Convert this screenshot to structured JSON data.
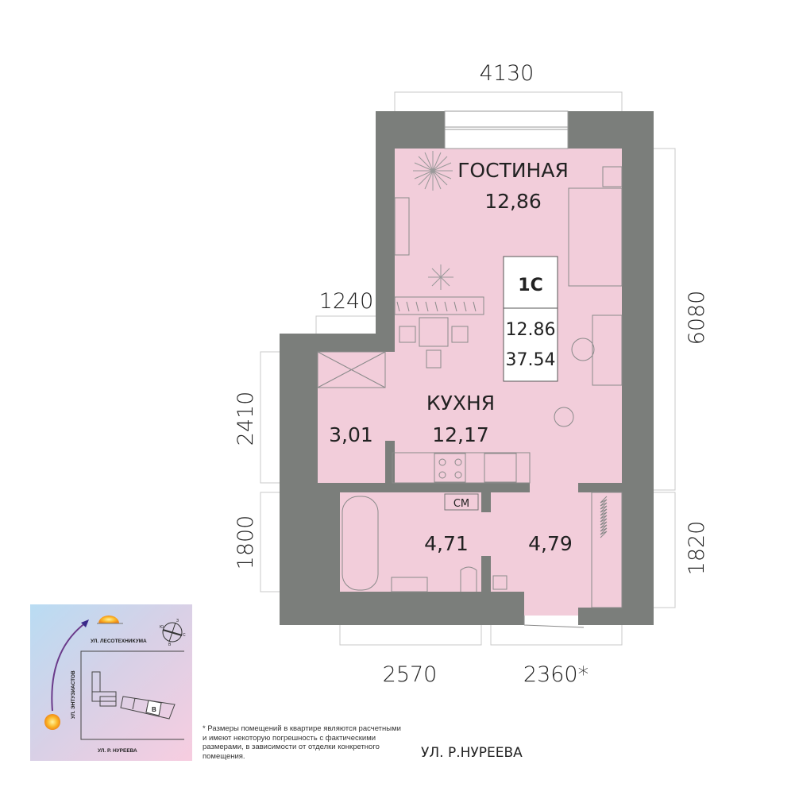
{
  "dimensions": {
    "top": "4130",
    "right": "6080",
    "left_upper": "1240",
    "left_middle": "2410",
    "left_lower": "1800",
    "right_lower": "1820",
    "bottom_left": "2570",
    "bottom_right": "2360*"
  },
  "rooms": {
    "living": {
      "name": "ГОСТИНАЯ",
      "area": "12,86"
    },
    "kitchen": {
      "name": "КУХНЯ",
      "area": "12,17"
    },
    "storage": {
      "area": "3,01"
    },
    "bathroom": {
      "area": "4,71",
      "washer_label": "СМ"
    },
    "hall": {
      "area": "4,79"
    }
  },
  "badge": {
    "type": "1С",
    "living_area": "12.86",
    "total_area": "37.54"
  },
  "site_plan": {
    "street_top": "УЛ. ЛЕСОТЕХНИКУМА",
    "street_left": "УЛ. ЭНТУЗИАСТОВ",
    "street_bottom": "УЛ. Р. НУРЕЕВА",
    "building": "В",
    "compass": {
      "n": "З",
      "s": "В",
      "e": "С",
      "w": "Ю"
    }
  },
  "footnote": "* Размеры помещений в квартире являются расчетными и имеют некоторую погрешность с фактическими размерами, в зависимости от отделки конкретного помещения.",
  "street": "УЛ. Р.НУРЕЕВА",
  "colors": {
    "wall": "#7b7e7b",
    "floor": "#f2cdda"
  }
}
